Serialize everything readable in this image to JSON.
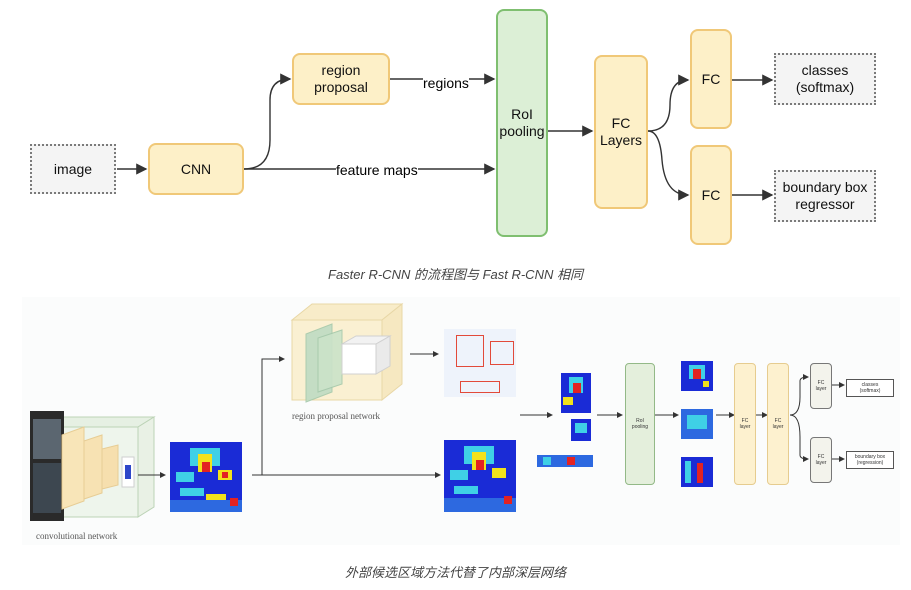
{
  "top_diagram": {
    "nodes": {
      "image": "image",
      "cnn": "CNN",
      "region_proposal": "region\nproposal",
      "roi_pooling": "RoI\npooling",
      "fc_layers": "FC\nLayers",
      "fc_top": "FC",
      "fc_bottom": "FC",
      "classes": "classes\n(softmax)",
      "bbox": "boundary box\nregressor"
    },
    "edges": {
      "regions": "regions",
      "feature_maps": "feature maps"
    },
    "colors": {
      "yellow_fill": "#fdf0c8",
      "yellow_border": "#f0c878",
      "green_fill": "#dcefd6",
      "green_border": "#7fbf70",
      "dashed_fill": "#f4f4f4"
    }
  },
  "caption_top": "Faster R-CNN 的流程图与 Fast R-CNN 相同",
  "bottom_diagram": {
    "labels": {
      "convolutional_network": "convolutional network",
      "region_proposal_network": "region proposal network",
      "roi_pooling": "RoI\npooling",
      "fc_layer_1": "FC\nlayer",
      "fc_layer_2": "FC\nlayer",
      "fc_layer_top": "FC\nlayer",
      "fc_layer_bottom": "FC\nlayer",
      "classes": "classes\n(softmax)",
      "bbox": "boundary box\n(regression)"
    },
    "colors": {
      "heatmap_blue": "#1a2bd6",
      "heatmap_red": "#e32222",
      "heatmap_yellow": "#f2e21c",
      "heatmap_cyan": "#3fd0e6",
      "proposal_box": "#e24a3a"
    }
  },
  "caption_bottom": "外部候选区域方法代替了内部深层网络"
}
